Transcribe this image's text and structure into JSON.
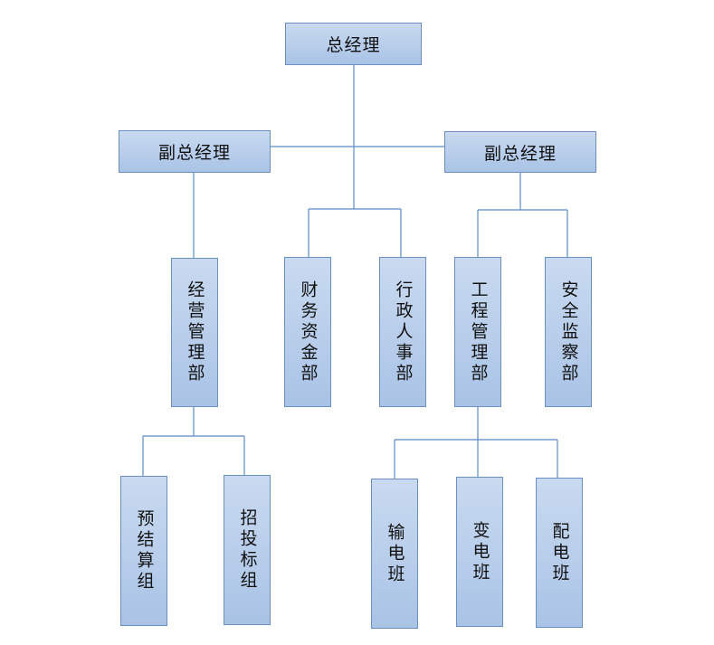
{
  "org": {
    "gm": "总经理",
    "vp_left": "副总经理",
    "vp_right": "副总经理",
    "departments": {
      "business": "经营管理部",
      "finance": "财务资金部",
      "admin_hr": "行政人事部",
      "engineering": "工程管理部",
      "safety": "安全监察部"
    },
    "teams": {
      "budget": "预结算组",
      "bidding": "招投标组",
      "transmission": "输电班",
      "substation": "变电班",
      "distribution": "配电班"
    }
  },
  "colors": {
    "node_fill_top": "#c9daf0",
    "node_fill_bottom": "#a9c3e6",
    "node_border": "#6b8fc2",
    "connector": "#5b8ac8"
  }
}
